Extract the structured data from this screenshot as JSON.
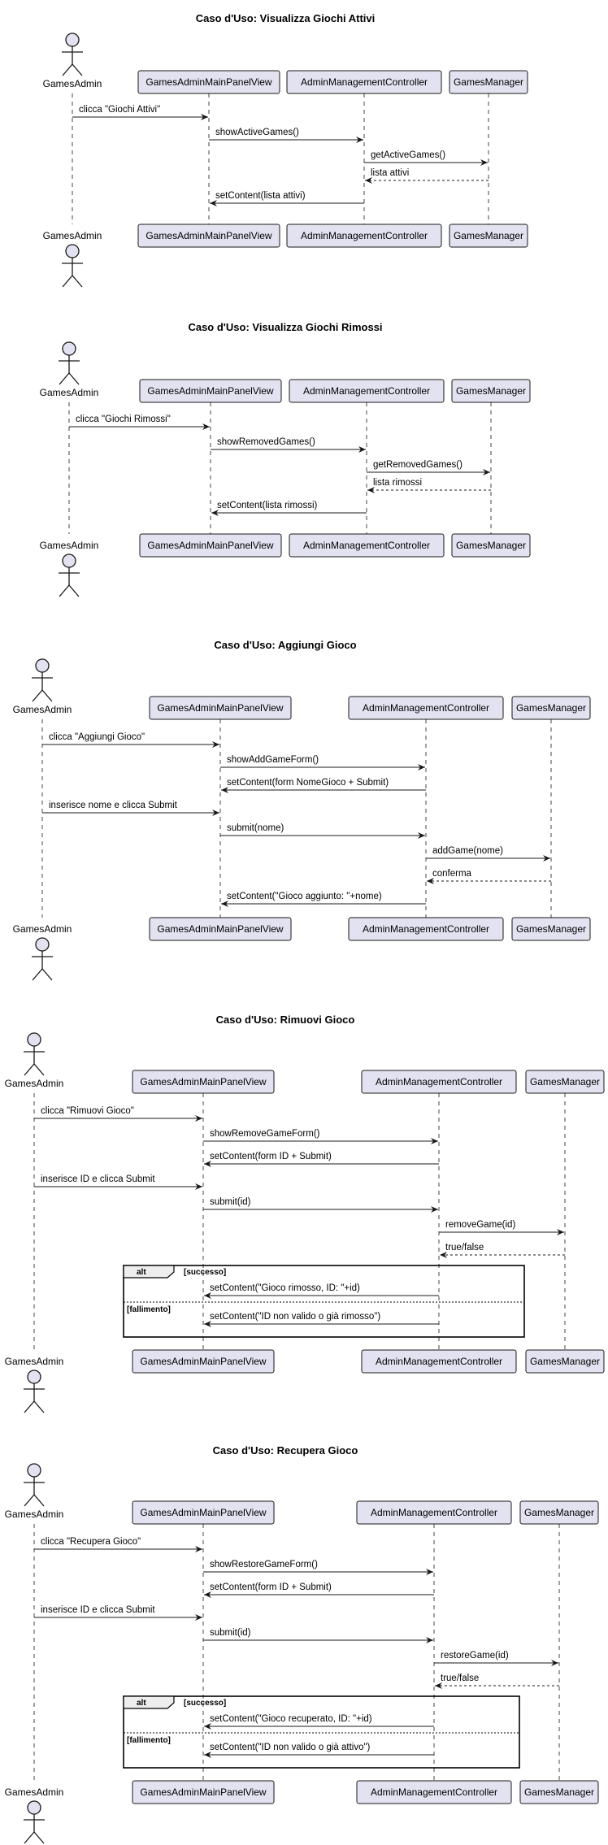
{
  "colors": {
    "participant_fill": "#e2e2f0",
    "participant_stroke": "#181818",
    "lifeline": "#181818",
    "arrow": "#181818",
    "frame": "#000000"
  },
  "diagrams": [
    {
      "title": "Caso d'Uso: Visualizza Giochi Attivi",
      "participants": [
        {
          "name": "GamesAdmin",
          "kind": "actor"
        },
        {
          "name": "GamesAdminMainPanelView",
          "kind": "box"
        },
        {
          "name": "AdminManagementController",
          "kind": "box"
        },
        {
          "name": "GamesManager",
          "kind": "box"
        }
      ],
      "messages": [
        {
          "from": 0,
          "to": 1,
          "label": "clicca \"Giochi Attivi\"",
          "style": "solid"
        },
        {
          "from": 1,
          "to": 2,
          "label": "showActiveGames()",
          "style": "solid"
        },
        {
          "from": 2,
          "to": 3,
          "label": "getActiveGames()",
          "style": "solid"
        },
        {
          "from": 3,
          "to": 2,
          "label": "lista attivi",
          "style": "dashed"
        },
        {
          "from": 2,
          "to": 1,
          "label": "setContent(lista attivi)",
          "style": "solid"
        }
      ]
    },
    {
      "title": "Caso d'Uso: Visualizza Giochi Rimossi",
      "participants": [
        {
          "name": "GamesAdmin",
          "kind": "actor"
        },
        {
          "name": "GamesAdminMainPanelView",
          "kind": "box"
        },
        {
          "name": "AdminManagementController",
          "kind": "box"
        },
        {
          "name": "GamesManager",
          "kind": "box"
        }
      ],
      "messages": [
        {
          "from": 0,
          "to": 1,
          "label": "clicca \"Giochi Rimossi\"",
          "style": "solid"
        },
        {
          "from": 1,
          "to": 2,
          "label": "showRemovedGames()",
          "style": "solid"
        },
        {
          "from": 2,
          "to": 3,
          "label": "getRemovedGames()",
          "style": "solid"
        },
        {
          "from": 3,
          "to": 2,
          "label": "lista rimossi",
          "style": "dashed"
        },
        {
          "from": 2,
          "to": 1,
          "label": "setContent(lista rimossi)",
          "style": "solid"
        }
      ]
    },
    {
      "title": "Caso d'Uso: Aggiungi Gioco",
      "participants": [
        {
          "name": "GamesAdmin",
          "kind": "actor"
        },
        {
          "name": "GamesAdminMainPanelView",
          "kind": "box"
        },
        {
          "name": "AdminManagementController",
          "kind": "box"
        },
        {
          "name": "GamesManager",
          "kind": "box"
        }
      ],
      "messages": [
        {
          "from": 0,
          "to": 1,
          "label": "clicca \"Aggiungi Gioco\"",
          "style": "solid"
        },
        {
          "from": 1,
          "to": 2,
          "label": "showAddGameForm()",
          "style": "solid"
        },
        {
          "from": 2,
          "to": 1,
          "label": "setContent(form NomeGioco + Submit)",
          "style": "solid"
        },
        {
          "from": 0,
          "to": 1,
          "label": "inserisce nome e clicca Submit",
          "style": "solid"
        },
        {
          "from": 1,
          "to": 2,
          "label": "submit(nome)",
          "style": "solid"
        },
        {
          "from": 2,
          "to": 3,
          "label": "addGame(nome)",
          "style": "solid"
        },
        {
          "from": 3,
          "to": 2,
          "label": "conferma",
          "style": "dashed"
        },
        {
          "from": 2,
          "to": 1,
          "label": "setContent(\"Gioco aggiunto: \"+nome)",
          "style": "solid"
        }
      ]
    },
    {
      "title": "Caso d'Uso: Rimuovi Gioco",
      "participants": [
        {
          "name": "GamesAdmin",
          "kind": "actor"
        },
        {
          "name": "GamesAdminMainPanelView",
          "kind": "box"
        },
        {
          "name": "AdminManagementController",
          "kind": "box"
        },
        {
          "name": "GamesManager",
          "kind": "box"
        }
      ],
      "messages": [
        {
          "from": 0,
          "to": 1,
          "label": "clicca \"Rimuovi Gioco\"",
          "style": "solid"
        },
        {
          "from": 1,
          "to": 2,
          "label": "showRemoveGameForm()",
          "style": "solid"
        },
        {
          "from": 2,
          "to": 1,
          "label": "setContent(form ID + Submit)",
          "style": "solid"
        },
        {
          "from": 0,
          "to": 1,
          "label": "inserisce ID e clicca Submit",
          "style": "solid"
        },
        {
          "from": 1,
          "to": 2,
          "label": "submit(id)",
          "style": "solid"
        },
        {
          "from": 2,
          "to": 3,
          "label": "removeGame(id)",
          "style": "solid"
        },
        {
          "from": 3,
          "to": 2,
          "label": "true/false",
          "style": "dashed"
        },
        {
          "from": 2,
          "to": 1,
          "label": "setContent(\"Gioco rimosso, ID: \"+id)",
          "style": "solid"
        },
        {
          "from": 2,
          "to": 1,
          "label": "setContent(\"ID non valido o già rimosso\")",
          "style": "solid"
        }
      ],
      "alt": {
        "keyword": "alt",
        "success": "[successo]",
        "failure": "[fallimento]"
      }
    },
    {
      "title": "Caso d'Uso: Recupera Gioco",
      "participants": [
        {
          "name": "GamesAdmin",
          "kind": "actor"
        },
        {
          "name": "GamesAdminMainPanelView",
          "kind": "box"
        },
        {
          "name": "AdminManagementController",
          "kind": "box"
        },
        {
          "name": "GamesManager",
          "kind": "box"
        }
      ],
      "messages": [
        {
          "from": 0,
          "to": 1,
          "label": "clicca \"Recupera Gioco\"",
          "style": "solid"
        },
        {
          "from": 1,
          "to": 2,
          "label": "showRestoreGameForm()",
          "style": "solid"
        },
        {
          "from": 2,
          "to": 1,
          "label": "setContent(form ID + Submit)",
          "style": "solid"
        },
        {
          "from": 0,
          "to": 1,
          "label": "inserisce ID e clicca Submit",
          "style": "solid"
        },
        {
          "from": 1,
          "to": 2,
          "label": "submit(id)",
          "style": "solid"
        },
        {
          "from": 2,
          "to": 3,
          "label": "restoreGame(id)",
          "style": "solid"
        },
        {
          "from": 3,
          "to": 2,
          "label": "true/false",
          "style": "dashed"
        },
        {
          "from": 2,
          "to": 1,
          "label": "setContent(\"Gioco recuperato, ID: \"+id)",
          "style": "solid"
        },
        {
          "from": 2,
          "to": 1,
          "label": "setContent(\"ID non valido o già attivo\")",
          "style": "solid"
        }
      ],
      "alt": {
        "keyword": "alt",
        "success": "[successo]",
        "failure": "[fallimento]"
      }
    }
  ]
}
